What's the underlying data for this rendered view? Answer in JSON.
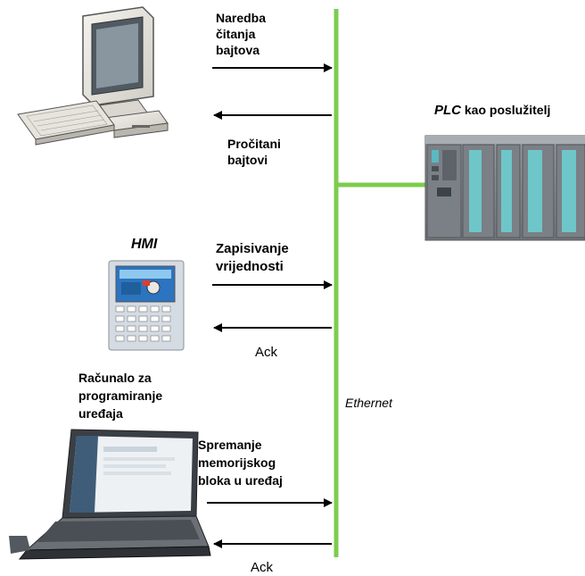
{
  "colors": {
    "bus": "#7dcc4f",
    "arrow": "#000000",
    "plc_body": "#8a9096",
    "plc_module": "#6d7378",
    "plc_display": "#6ec6c8",
    "pc_beige": "#e8e6de",
    "hmi_frame": "#d5dbe2",
    "hmi_screen": "#3f8fd2",
    "laptop": "#3a3f45"
  },
  "labels": {
    "read_command": "Naredba\nčitanja\nbajtova",
    "read_bytes": "Pročitani\nbajtovi",
    "plc_title_bold": "PLC",
    "plc_title_rest": " kao poslužitelj",
    "hmi_title": "HMI",
    "write_values": "Zapisivanje\nvrijednosti",
    "ack_1": "Ack",
    "programming_pc": "Računalo za\nprogramiranje\nuređaja",
    "ethernet": "Ethernet",
    "save_block": "Spremanje\nmemorijskog\nbloka u uređaj",
    "ack_2": "Ack"
  },
  "icons": {
    "desktop": "desktop-computer-icon",
    "plc": "plc-rack-icon",
    "hmi": "hmi-panel-icon",
    "laptop": "laptop-icon"
  }
}
